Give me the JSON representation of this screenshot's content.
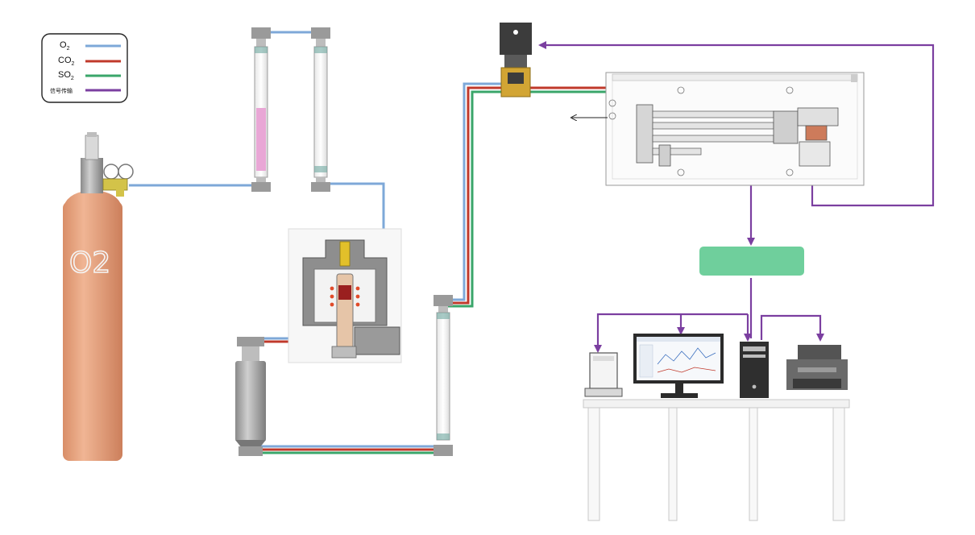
{
  "legend": {
    "entries": [
      {
        "label": "O",
        "subscript": "2",
        "color": "#7ea8d8"
      },
      {
        "label": "CO",
        "subscript": "2",
        "color": "#c0392b"
      },
      {
        "label": "SO",
        "subscript": "2",
        "color": "#3aa66a"
      },
      {
        "label": "信号传输",
        "subscript": "",
        "color": "#7b3fa0"
      }
    ]
  },
  "cylinder": {
    "label": "O2",
    "color": "#e8a27c"
  },
  "analyzer_box": {
    "label": "",
    "color": "#6fcf9c"
  },
  "colors": {
    "oxygen": "#7ea8d8",
    "co2": "#c0392b",
    "so2": "#3aa66a",
    "signal": "#7b3fa0",
    "equipment_gray": "#b9b9b9",
    "flowmeter_pink": "#e9a7d6"
  }
}
